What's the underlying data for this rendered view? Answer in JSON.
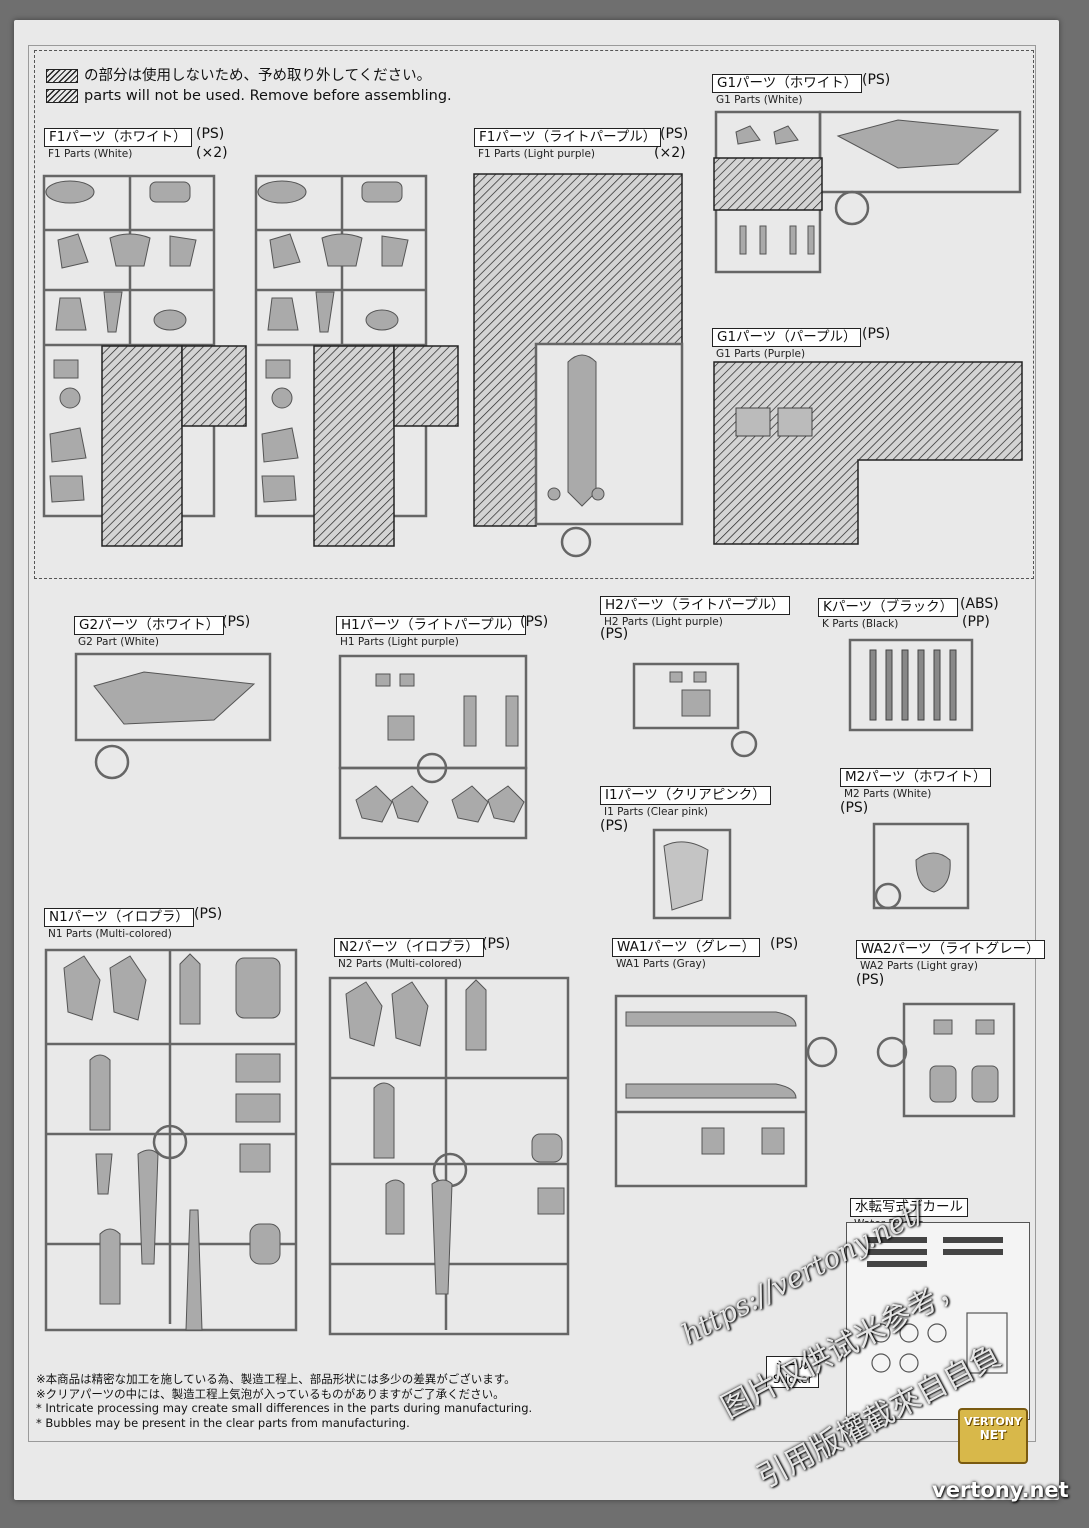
{
  "notice": {
    "jp": "の部分は使用しないため、予め取り外してください。",
    "en": "parts will not be used. Remove before assembling."
  },
  "runners": {
    "F1w": {
      "jp": "F1パーツ（ホワイト）",
      "en": "F1 Parts (White)",
      "mat": "(PS)",
      "qty": "(×2)"
    },
    "F1p": {
      "jp": "F1パーツ（ライトパープル）",
      "en": "F1 Parts (Light purple)",
      "mat": "(PS)",
      "qty": "(×2)"
    },
    "G1w": {
      "jp": "G1パーツ（ホワイト）",
      "en": "G1 Parts (White)",
      "mat": "(PS)"
    },
    "G1p": {
      "jp": "G1パーツ（パープル）",
      "en": "G1 Parts (Purple)",
      "mat": "(PS)"
    },
    "G2": {
      "jp": "G2パーツ（ホワイト）",
      "en": "G2 Part (White)",
      "mat": "(PS)"
    },
    "H1": {
      "jp": "H1パーツ（ライトパープル）",
      "en": "H1 Parts (Light purple)",
      "mat": "(PS)"
    },
    "H2": {
      "jp": "H2パーツ（ライトパープル）",
      "en": "H2 Parts (Light purple)",
      "mat": "(PS)"
    },
    "K": {
      "jp": "Kパーツ（ブラック）",
      "en": "K Parts (Black)",
      "mat": "(ABS)",
      "mat2": "(PP)"
    },
    "I1": {
      "jp": "I1パーツ（クリアピンク）",
      "en": "I1 Parts (Clear pink)",
      "mat": "(PS)"
    },
    "M2": {
      "jp": "M2パーツ（ホワイト）",
      "en": "M2 Parts (White)",
      "mat": "(PS)"
    },
    "N1": {
      "jp": "N1パーツ（イロプラ）",
      "en": "N1 Parts (Multi-colored)",
      "mat": "(PS)"
    },
    "N2": {
      "jp": "N2パーツ（イロプラ）",
      "en": "N2 Parts (Multi-colored)",
      "mat": "(PS)"
    },
    "WA1": {
      "jp": "WA1パーツ（グレー）",
      "en": "WA1 Parts (Gray)",
      "mat": "(PS)"
    },
    "WA2": {
      "jp": "WA2パーツ（ライトグレー）",
      "en": "WA2 Parts (Light gray)",
      "mat": "(PS)"
    }
  },
  "decal": {
    "jp": "水転写式デカール",
    "en": "Water Decals"
  },
  "sticker": {
    "jp": "シール",
    "en": "Sticker"
  },
  "footer": {
    "l1": "※本商品は精密な加工を施している為、製造工程上、部品形状には多少の差異がございます。",
    "l2": "※クリアパーツの中には、製造工程上気泡が入っているものがありますがご了承ください。",
    "l3": "* Intricate processing may create small differences in the parts during manufacturing.",
    "l4": "* Bubbles may be present in the clear parts from manufacturing."
  },
  "watermark": {
    "url": "https://vertony.net/",
    "cn1": "图片仅供试米参考，",
    "cn2": "引用版權截來自自負",
    "logo_top": "VERTONY",
    "logo_bottom": "NET",
    "site": "vertony.net"
  }
}
